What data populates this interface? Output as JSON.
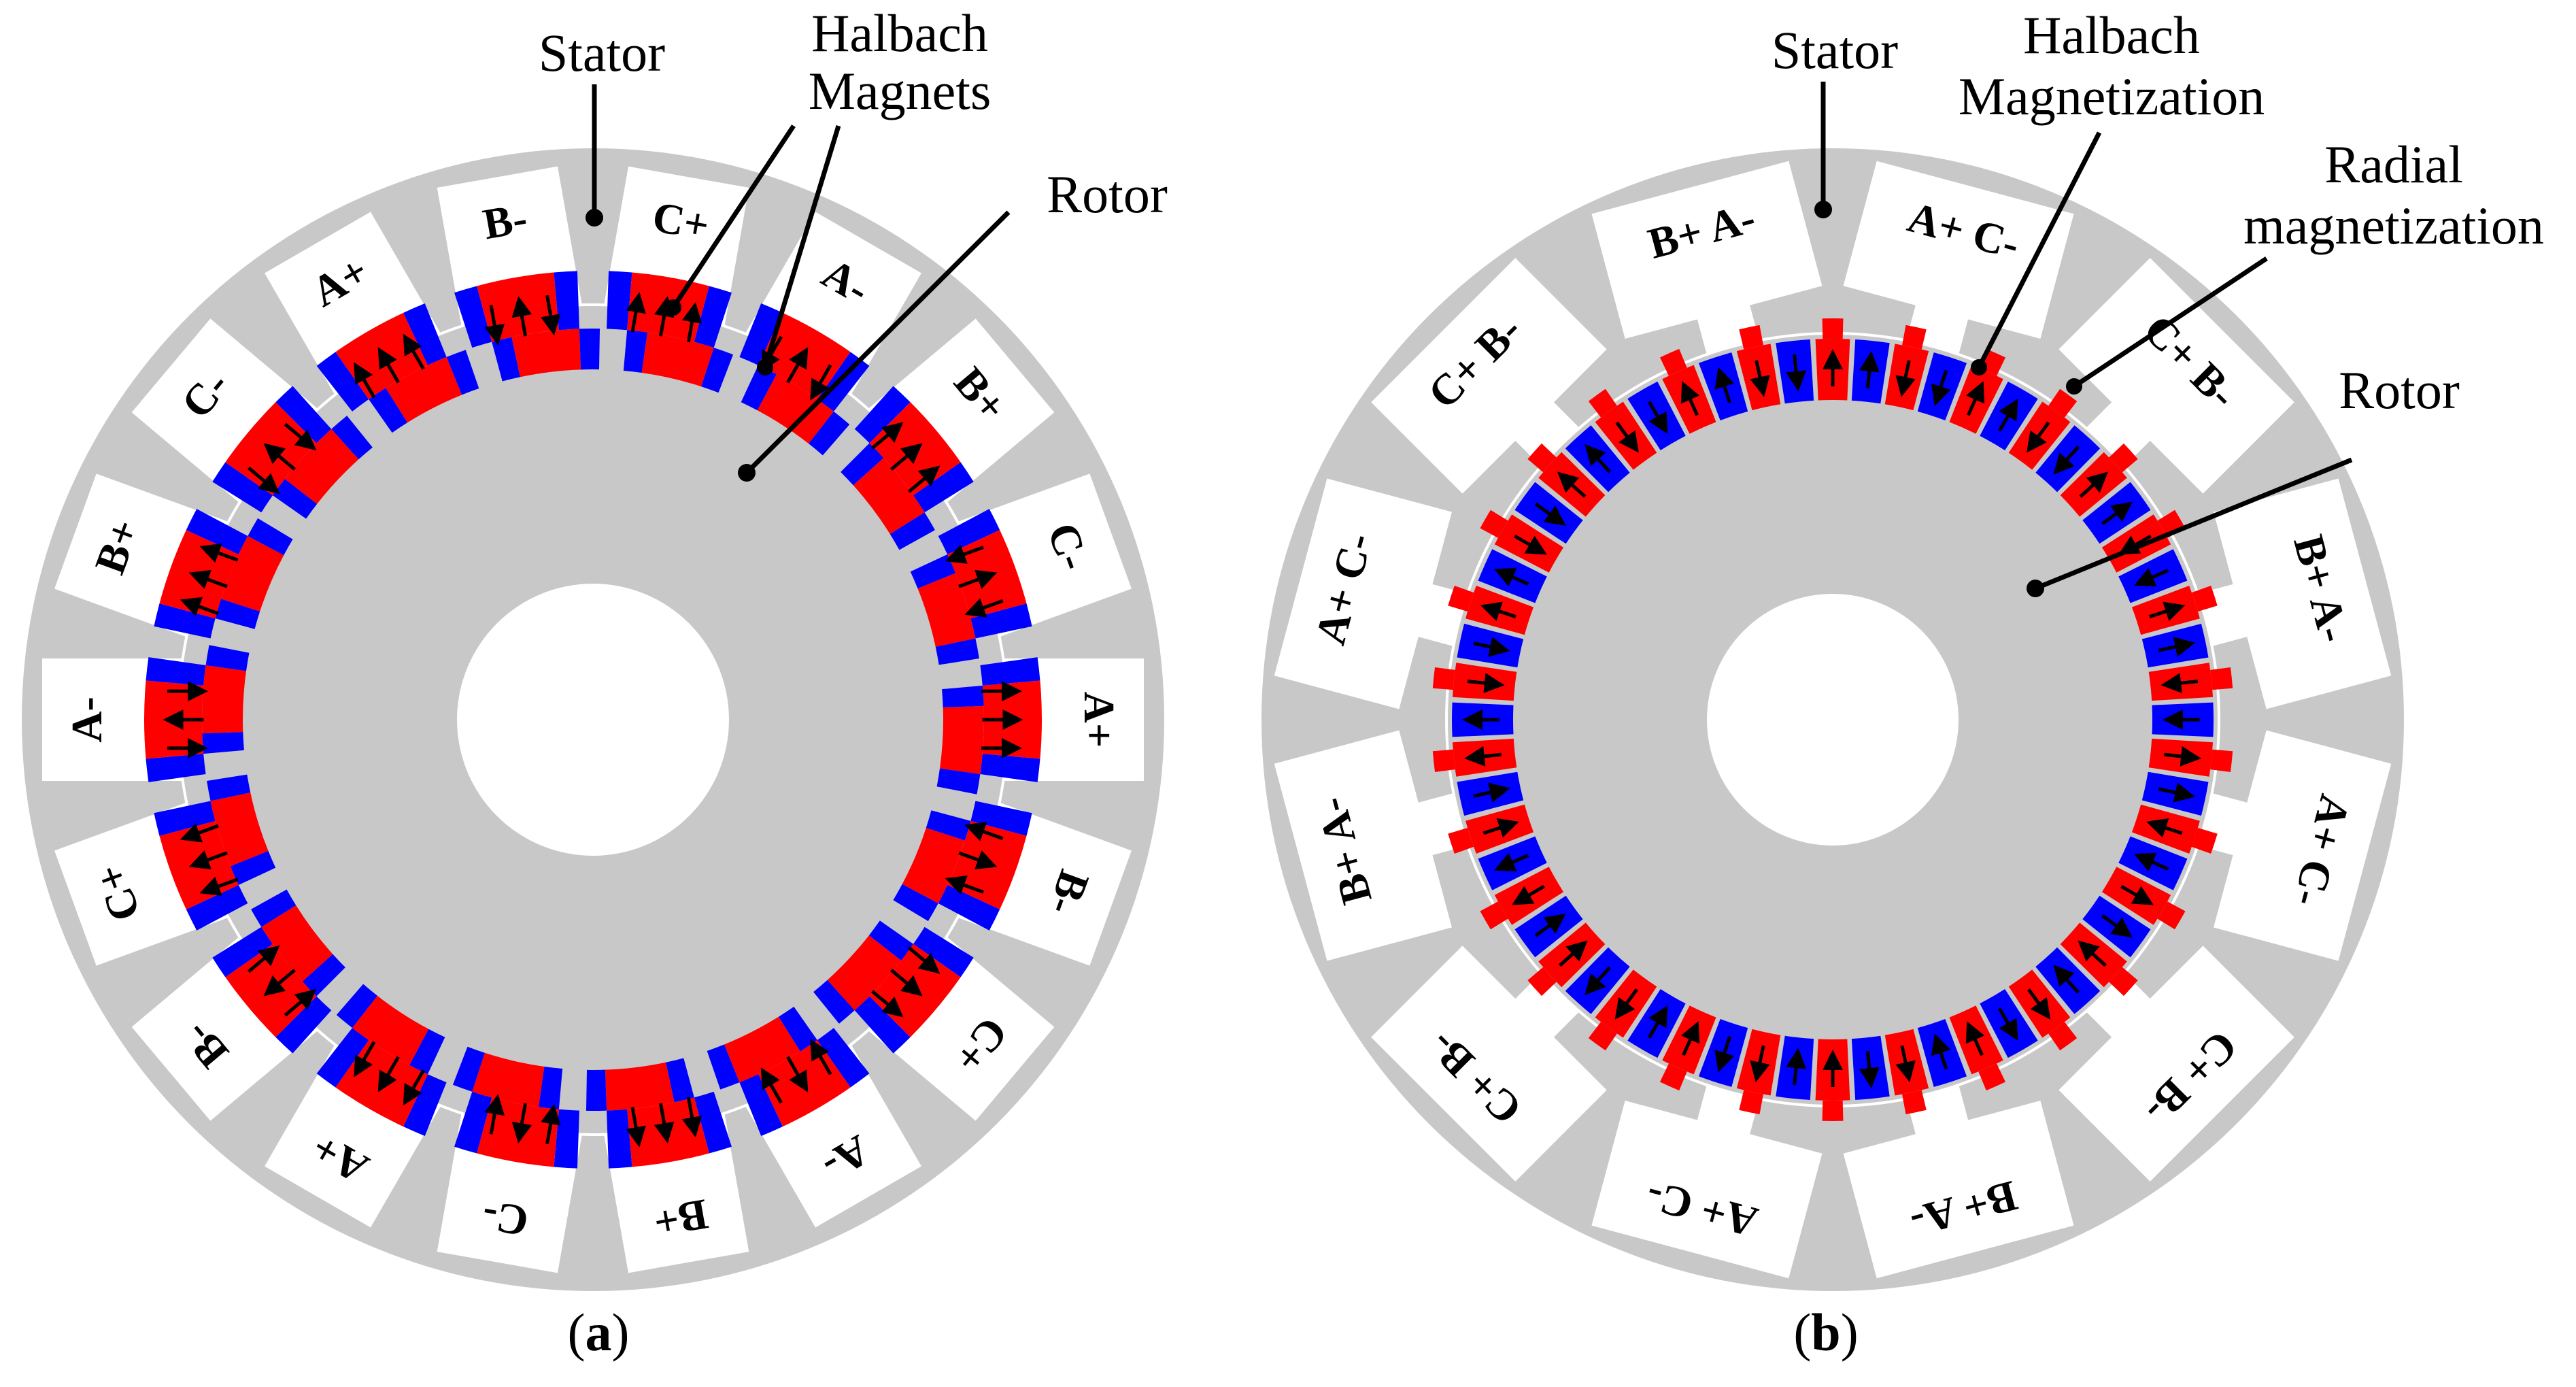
{
  "colors": {
    "steel": "#c8c8c8",
    "background": "#ffffff",
    "magnet_red": "#ff0000",
    "magnet_blue": "#0000ff",
    "ink": "#000000"
  },
  "figures": [
    {
      "id": "a",
      "caption_letter": "a",
      "annotations": {
        "stator": "Stator",
        "halbach_line1": "Halbach",
        "halbach_line2": "Magnets",
        "rotor": "Rotor"
      },
      "slot_labels": [
        "C+",
        "A-",
        "B+",
        "C-",
        "A+",
        "B-",
        "C+",
        "A-",
        "B+",
        "C-",
        "A+",
        "B-",
        "C+",
        "A-",
        "B+",
        "C-",
        "A+",
        "B-"
      ]
    },
    {
      "id": "b",
      "caption_letter": "b",
      "annotations": {
        "stator": "Stator",
        "halbach_line1": "Halbach",
        "halbach_line2": "Magnetization",
        "radial_line1": "Radial",
        "radial_line2": "magnetization",
        "rotor": "Rotor"
      },
      "slot_labels": [
        "A+ C-",
        "C+ B-",
        "B+ A-",
        "A+ C-",
        "C+ B-",
        "B+ A-",
        "A+ C-",
        "C+ B-",
        "B+ A-",
        "A+ C-",
        "C+ B-",
        "B+ A-"
      ]
    }
  ]
}
